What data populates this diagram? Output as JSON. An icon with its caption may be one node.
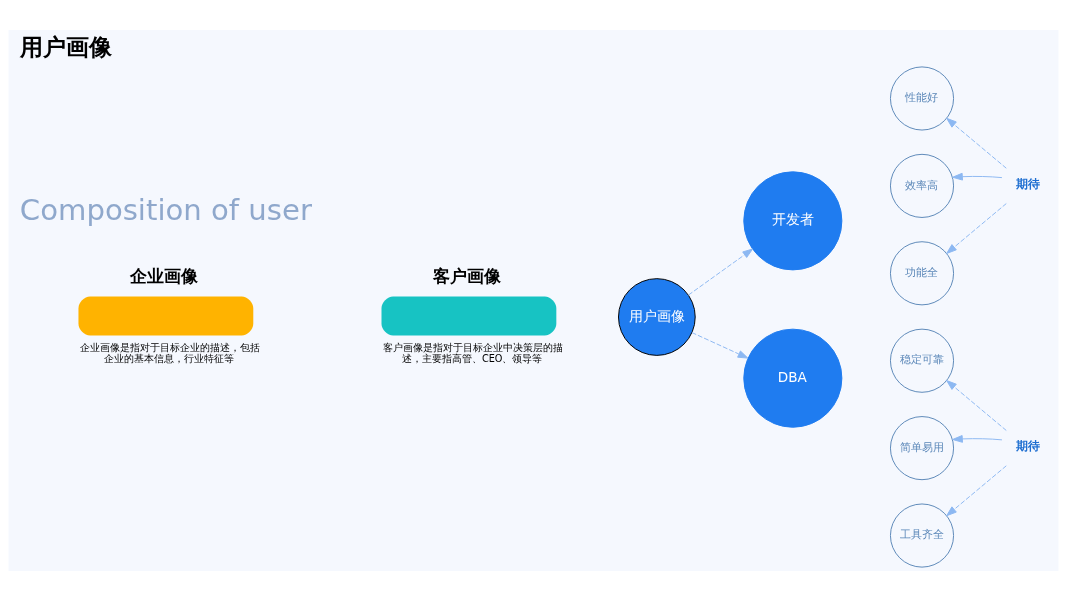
{
  "diagram": {
    "title": "用户画像",
    "nodes": [
      {
        "text": [
          "企业画像",
          "企业画像是指对于目标企业的描述，包括企业的基本信息，行业特征等"
        ]
      },
      {
        "text": [
          "客户画像",
          "客户画像是指对于目标企业中决策层的描述，主要指高管、CEO、领导等"
        ]
      },
      {
        "text": [
          "用户画像"
        ]
      },
      {
        "text": [
          "开发者"
        ]
      },
      {
        "text": [
          "DBA"
        ]
      },
      {
        "text": [
          "性能好"
        ]
      },
      {
        "text": [
          "效率高"
        ]
      },
      {
        "text": [
          "功能全"
        ]
      },
      {
        "text": [
          "稳定可靠"
        ]
      },
      {
        "text": [
          "简单易用"
        ]
      },
      {
        "text": [
          "工具齐全"
        ]
      },
      {
        "text": [
          "期待"
        ]
      },
      {
        "text": [
          "期待"
        ]
      }
    ],
    "edges": [
      {
        "from": 2,
        "to": 3,
        "arrow": "to",
        "style": "dashed"
      },
      {
        "from": 2,
        "to": 4,
        "arrow": "to",
        "style": "dashed"
      },
      {
        "from": 11,
        "to": 5,
        "arrow": "to",
        "style": "dashed"
      },
      {
        "from": 11,
        "to": 6,
        "arrow": "to"
      },
      {
        "from": 11,
        "to": 7,
        "arrow": "to",
        "style": "dashed"
      },
      {
        "from": 12,
        "to": 8,
        "arrow": "to",
        "style": "dashed"
      },
      {
        "from": 12,
        "to": 9,
        "arrow": "to"
      },
      {
        "from": 12,
        "to": 10,
        "arrow": "to",
        "style": "dashed"
      }
    ],
    "labels": [
      "Composition of user"
    ]
  }
}
